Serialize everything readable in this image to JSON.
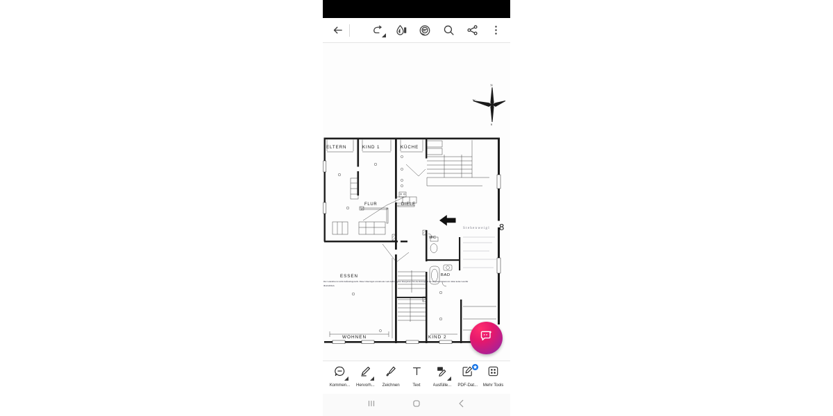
{
  "app": {
    "name": "pdf-reader",
    "accent": "#1473e6"
  },
  "statusbar": {
    "background": "#000000"
  },
  "topbar": {
    "back": {
      "label": "",
      "icon": "back-arrow-icon"
    },
    "redo": {
      "label": "",
      "icon": "redo-arrow-icon"
    },
    "ink": {
      "label": "",
      "icon": "ink-droplet-icon"
    },
    "stamp": {
      "label": "",
      "icon": "stamp-circle-icon"
    },
    "search": {
      "label": "",
      "icon": "search-icon"
    },
    "share": {
      "label": "",
      "icon": "share-icon"
    },
    "overflow": {
      "label": "",
      "icon": "more-vertical-icon"
    }
  },
  "document": {
    "page_number": "8",
    "compass": {
      "north": "N",
      "west": "W",
      "south": "S"
    },
    "rooms": [
      {
        "id": "eltern",
        "label": "ELTERN"
      },
      {
        "id": "kind1",
        "label": "KIND 1"
      },
      {
        "id": "kueche",
        "label": "KÜCHE"
      },
      {
        "id": "flur",
        "label": "FLUR"
      },
      {
        "id": "diele",
        "label": "DIELE"
      },
      {
        "id": "wc",
        "label": "WC"
      },
      {
        "id": "bad",
        "label": "BAD"
      },
      {
        "id": "essen",
        "label": "ESSEN"
      },
      {
        "id": "wohnen",
        "label": "WOHNEN"
      },
      {
        "id": "kind2",
        "label": "KIND 2"
      }
    ],
    "stamp_note": "Stehenweigl",
    "disclaimer": "Der Grundriss ist nicht maßstabsgerecht. Diese Unterlagen wurden uns vom Auftraggeber übergeben. Für die Richtigkeit der Angaben können wir daher keine Gewähr übernehmen."
  },
  "fab": {
    "icon": "ai-chat-icon",
    "label": ""
  },
  "toolstrip": {
    "items": [
      {
        "id": "kommentar",
        "label": "Kommen...",
        "icon": "comment-icon",
        "caret": true,
        "badge": false
      },
      {
        "id": "hervorheben",
        "label": "Hervorh...",
        "icon": "highlighter-icon",
        "caret": true,
        "badge": false
      },
      {
        "id": "zeichnen",
        "label": "Zeichnen",
        "icon": "draw-pen-icon",
        "caret": false,
        "badge": false
      },
      {
        "id": "text",
        "label": "Text",
        "icon": "text-t-icon",
        "caret": false,
        "badge": false
      },
      {
        "id": "ausfuellen",
        "label": "Ausfülle...",
        "icon": "fill-sign-icon",
        "caret": true,
        "badge": false
      },
      {
        "id": "pdfdatei",
        "label": "PDF-Dat...",
        "icon": "edit-pdf-icon",
        "caret": false,
        "badge": true
      },
      {
        "id": "mehrtools",
        "label": "Mehr Tools",
        "icon": "grid-apps-icon",
        "caret": false,
        "badge": false
      }
    ]
  },
  "navbar": {
    "recents": {
      "label": "",
      "icon": "recents-icon"
    },
    "home": {
      "label": "",
      "icon": "home-icon"
    },
    "back": {
      "label": "",
      "icon": "back-chevron-icon"
    }
  }
}
